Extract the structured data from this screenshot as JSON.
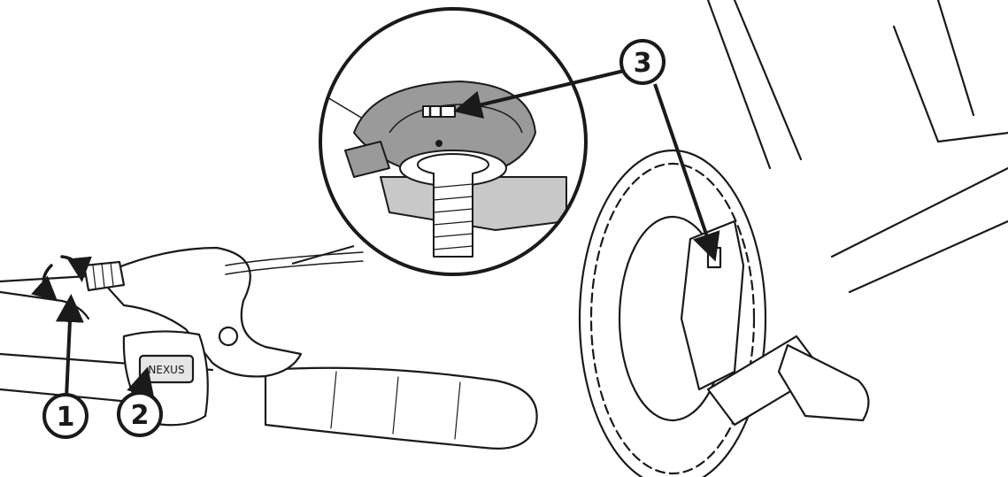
{
  "callouts": [
    {
      "id": "1",
      "label": "1",
      "target": "cable-adjuster-barrel"
    },
    {
      "id": "2",
      "label": "2",
      "target": "shifter-indicator-window"
    },
    {
      "id": "3",
      "label": "3",
      "target": "hub-indicator-marks"
    }
  ],
  "shifter_window_text": "NEXUS",
  "colors": {
    "line": "#1a1a1a",
    "hub_grey": "#9a9a9a",
    "plate_grey": "#c8c8c8",
    "background": "#ffffff"
  }
}
